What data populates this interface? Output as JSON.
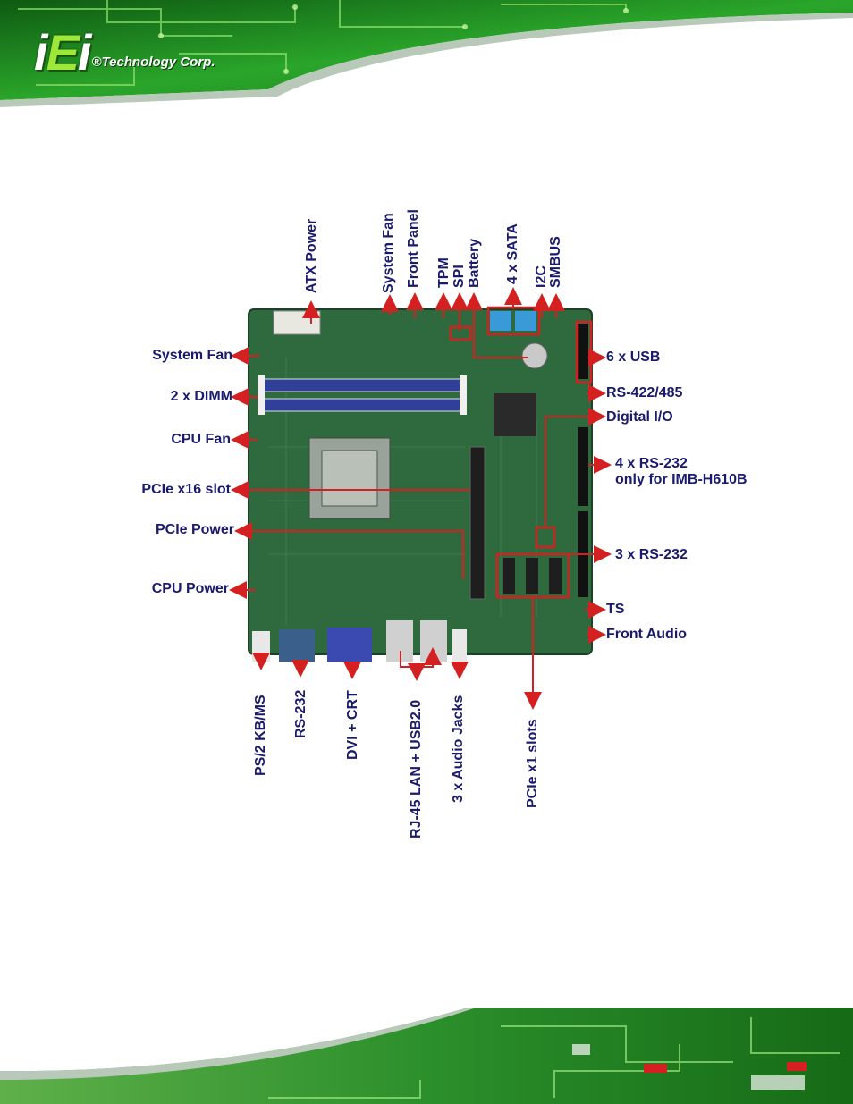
{
  "header": {
    "logo_mark": "iEi",
    "logo_text": "®Technology Corp."
  },
  "colors": {
    "pcb_green": "#2e6a3e",
    "banner_green": "#1f8a1f",
    "leader_red": "#d42020",
    "label_navy": "#1a1a6e",
    "dimm_blue": "#2f3f9a",
    "sata_blue": "#3a9ad8"
  },
  "labels": {
    "top": {
      "atx_power": "ATX Power",
      "system_fan": "System Fan",
      "front_panel": "Front Panel",
      "tpm": "TPM",
      "spi": "SPI",
      "battery": "Battery",
      "sata": "4 x SATA",
      "i2c": "I2C",
      "smbus": "SMBUS"
    },
    "left": {
      "system_fan": "System Fan",
      "dimm": "2 x DIMM",
      "cpu_fan": "CPU Fan",
      "pcie_x16": "PCIe x16 slot",
      "pcie_power": "PCIe Power",
      "cpu_power": "CPU Power"
    },
    "right": {
      "usb": "6 x USB",
      "rs422": "RS-422/485",
      "digital_io": "Digital I/O",
      "rs232_4_line1": "4 x RS-232",
      "rs232_4_line2": "only for IMB-H610B",
      "rs232_3": "3 x RS-232",
      "ts": "TS",
      "front_audio": "Front Audio"
    },
    "bottom": {
      "ps2": "PS/2 KB/MS",
      "rs232": "RS-232",
      "dvi_crt": "DVI + CRT",
      "rj45": "RJ-45  LAN + USB2.0",
      "audio_jacks": "3 x Audio Jacks",
      "pcie_x1": "PCIe x1 slots"
    }
  }
}
